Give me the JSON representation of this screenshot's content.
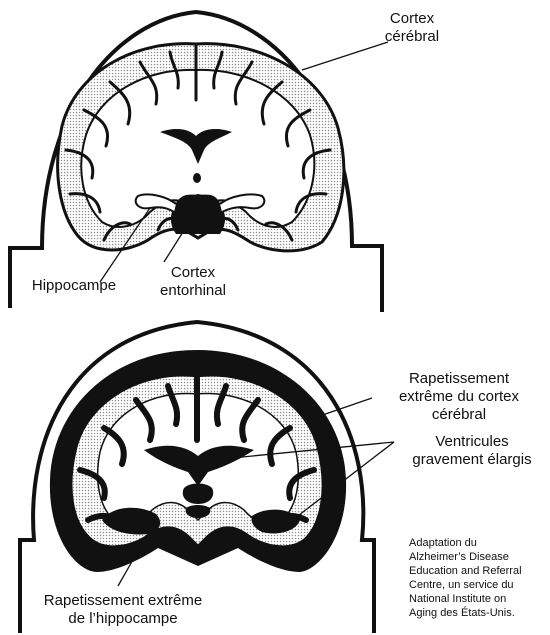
{
  "labels": {
    "cortex_cerebral": [
      "Cortex",
      "cérébral"
    ],
    "hippocampe": "Hippocampe",
    "cortex_entorhinal": [
      "Cortex",
      "entorhinal"
    ],
    "rapetissement_cortex": [
      "Rapetissement",
      "extrême du cortex",
      "cérébral"
    ],
    "ventricules": [
      "Ventricules",
      "gravement élargis"
    ],
    "rapetissement_hippocampe": [
      "Rapetissement extrême",
      "de l’hippocampe"
    ]
  },
  "credit": [
    "Adaptation du",
    "Alzheimer’s Disease",
    "Education and Referral",
    "Centre, un service du",
    "National Institute on",
    "Aging des États-Unis."
  ],
  "colors": {
    "ink": "#111111",
    "white_matter": "#ffffff",
    "gray_matter_dots": "#9a9a9a"
  }
}
